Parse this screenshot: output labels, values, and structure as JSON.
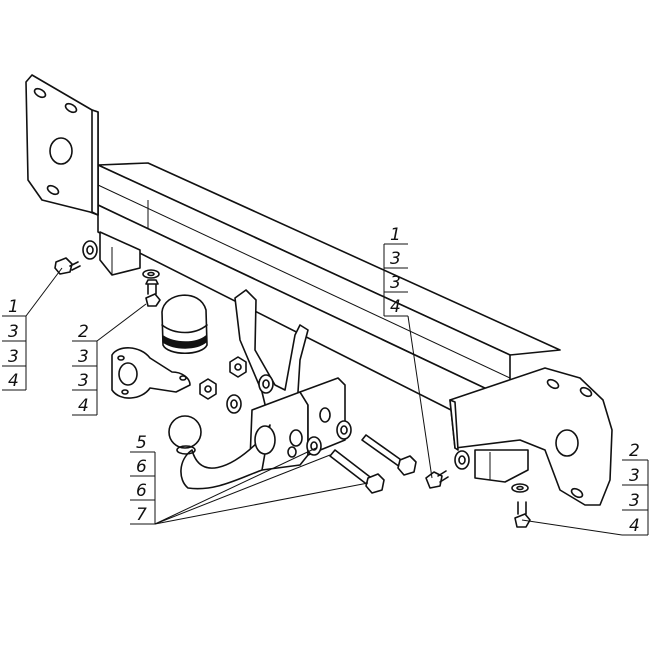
{
  "callouts": {
    "left": [
      "1",
      "3",
      "3",
      "4"
    ],
    "center_left": [
      "2",
      "3",
      "3",
      "4"
    ],
    "bottom_left": [
      "5",
      "6",
      "6",
      "7"
    ],
    "top_center": [
      "1",
      "3",
      "3",
      "4"
    ],
    "right": [
      "2",
      "3",
      "3",
      "4"
    ]
  },
  "colors": {
    "line": "#111111",
    "paper": "#ffffff"
  }
}
